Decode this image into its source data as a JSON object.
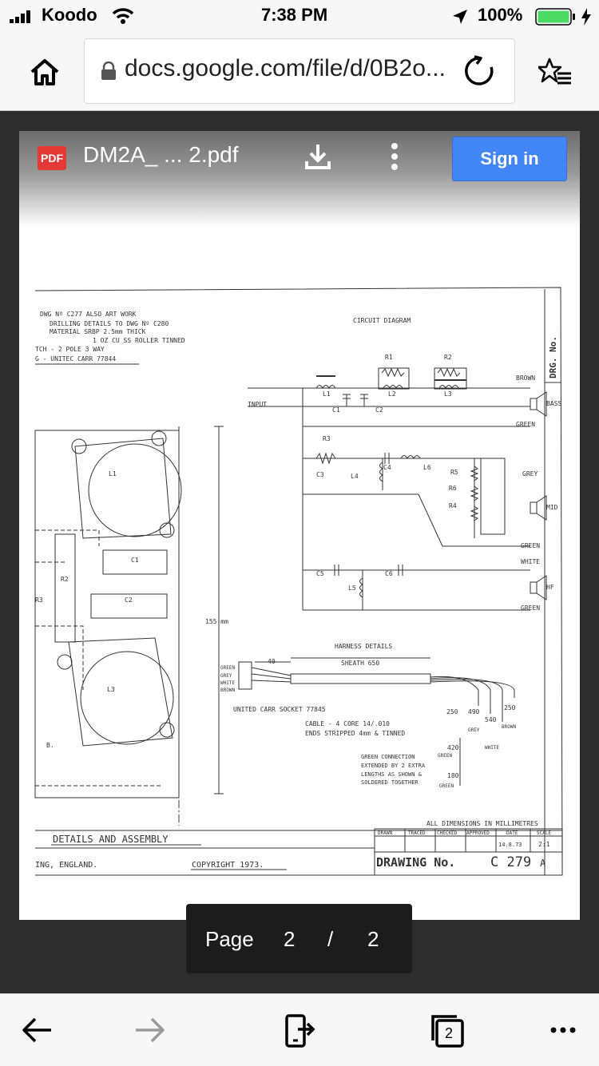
{
  "status_bar": {
    "carrier": "Koodo",
    "time": "7:38 PM",
    "battery": "100%"
  },
  "browser": {
    "url": "docs.google.com/file/d/0B2o..."
  },
  "viewer": {
    "file_badge": "PDF",
    "file_name": "DM2A_ ... 2.pdf",
    "sign_in_label": "Sign in",
    "page_label": "Page",
    "current_page": "2",
    "page_separator": "/",
    "total_pages": "2"
  },
  "tab_count": "2",
  "drawing": {
    "notes": [
      "DWG Nº C277 ALSO ART WORK",
      "DRILLING DETAILS TO DWG Nº C280",
      "MATERIAL SRBP 2.5mm THICK",
      "1 OZ CU SS ROLLER TINNED",
      "TCH - 2 POLE 3 WAY",
      "G - UNITEC CARR 77844"
    ],
    "circuit_title": "CIRCUIT DIAGRAM",
    "input_label": "INPUT",
    "components": [
      "R1",
      "R2",
      "L1",
      "L2",
      "L3",
      "C1",
      "C2",
      "R3",
      "C3",
      "L4",
      "C4",
      "L6",
      "R5",
      "R6",
      "R4",
      "C5",
      "C6",
      "L5"
    ],
    "wire_colors": [
      "BROWN",
      "GREEN",
      "GREY",
      "GREEN",
      "WHITE",
      "GREEN"
    ],
    "speaker_labels": [
      "BASS",
      "MID",
      "HF"
    ],
    "side_label": "DRG. No.",
    "board_labels": [
      "L1",
      "C1",
      "R2",
      "C2",
      "L3",
      "R3",
      "B."
    ],
    "dimension_155": "155 mm",
    "harness_title": "HARNESS DETAILS",
    "harness_wires": [
      "GREEN",
      "GREY",
      "WHITE",
      "BROWN"
    ],
    "sheath": "SHEATH 650",
    "len_40": "40",
    "socket_note": "UNITED CARR SOCKET 77845",
    "cable_note_1": "CABLE - 4 CORE 14/.010",
    "cable_note_2": "ENDS STRIPPED 4mm & TINNED",
    "green_note": [
      "GREEN CONNECTION",
      "EXTENDED BY 2 EXTRA",
      "LENGTHS AS SHOWN &",
      "SOLDERED TOGETHER"
    ],
    "len_250a": "250",
    "len_490": "490",
    "len_540": "540",
    "len_250b": "250",
    "lbl_grey": "GREY",
    "lbl_brown": "BROWN",
    "lbl_white": "WHITE",
    "len_420": "420",
    "lbl_green420": "GREEN",
    "len_180": "180",
    "lbl_green180": "GREEN",
    "dims_note": "ALL DIMENSIONS IN MILLIMETRES",
    "title_block_headers": [
      "DRAWN",
      "TRACED",
      "CHECKED",
      "APPROVED",
      "DATE",
      "SCALE"
    ],
    "date": "14.8.73",
    "scale": "2:1",
    "details_title": "DETAILS AND ASSEMBLY",
    "location": "ING, ENGLAND.",
    "copyright": "COPYRIGHT 1973.",
    "drawing_label": "DRAWING No.",
    "drawing_number": "C 279",
    "drawing_suffix": "A"
  }
}
